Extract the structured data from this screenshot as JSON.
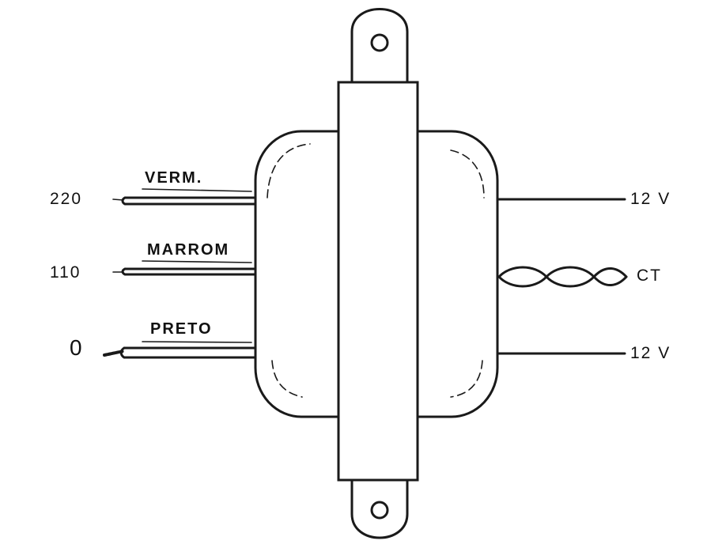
{
  "primary": {
    "taps": [
      {
        "voltage": "220",
        "wire": "VERM."
      },
      {
        "voltage": "110",
        "wire": "MARROM"
      },
      {
        "voltage": "0",
        "wire": "PRETO"
      }
    ]
  },
  "secondary": {
    "taps": [
      {
        "label": "12 V"
      },
      {
        "label": "CT"
      },
      {
        "label": "12 V"
      }
    ]
  },
  "colors": {
    "ink": "#1a1a1a",
    "paper": "#ffffff"
  }
}
